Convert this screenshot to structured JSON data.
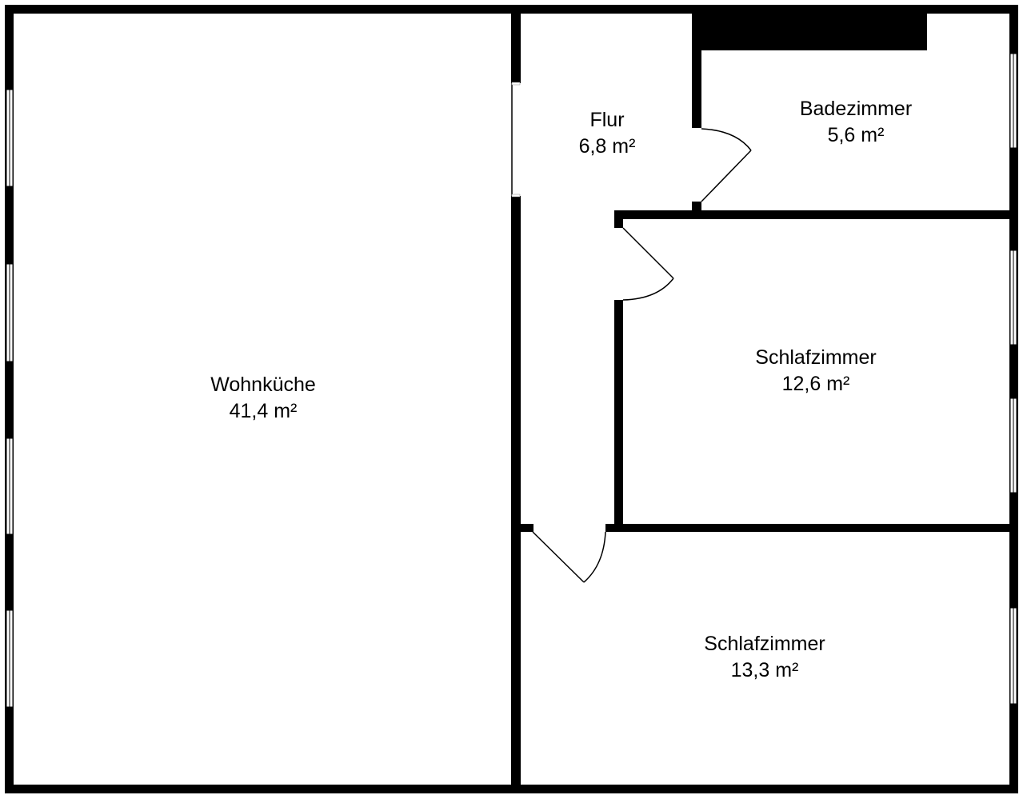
{
  "rooms": [
    {
      "name": "Wohnküche",
      "area": "41,4 m²"
    },
    {
      "name": "Flur",
      "area": "6,8 m²"
    },
    {
      "name": "Badezimmer",
      "area": "5,6 m²"
    },
    {
      "name": "Schlafzimmer",
      "area": "12,6 m²"
    },
    {
      "name": "Schlafzimmer",
      "area": "13,3 m²"
    }
  ],
  "colors": {
    "wall": "#000000",
    "background": "#ffffff"
  }
}
